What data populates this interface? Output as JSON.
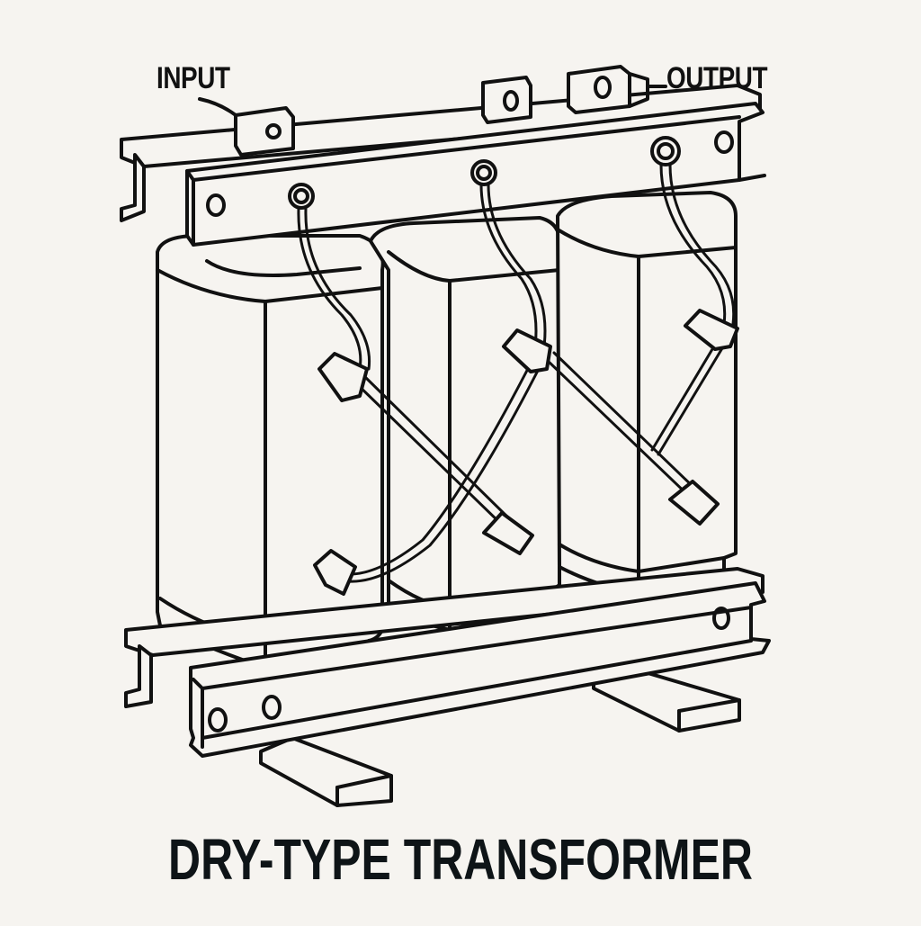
{
  "diagram": {
    "title": "DRY-TYPE TRANSFORMER",
    "labels": {
      "input": "INPUT",
      "output": "OUTPUT"
    },
    "components": [
      "top-clamp-frame",
      "three-coil-windings",
      "cross-connecting-leads",
      "terminal-bushings",
      "bottom-clamp-frame",
      "base-skids"
    ],
    "coil_count": 3,
    "colors": {
      "background": "#f6f4f0",
      "line": "#111111"
    }
  }
}
